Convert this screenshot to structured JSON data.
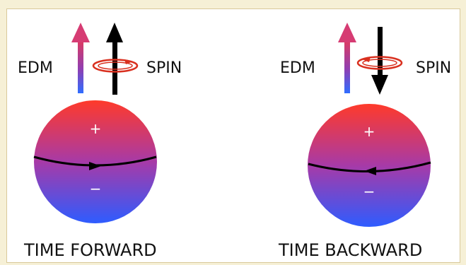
{
  "panels": {
    "left": {
      "edm_label": "EDM",
      "spin_label": "SPIN",
      "plus_sign": "+",
      "minus_sign": "−",
      "caption": "TIME FORWARD"
    },
    "right": {
      "edm_label": "EDM",
      "spin_label": "SPIN",
      "plus_sign": "+",
      "minus_sign": "−",
      "caption": "TIME BACKWARD"
    }
  },
  "colors": {
    "background": "#f6f0d6",
    "panel": "#ffffff",
    "sphere_top": "#ff3a2a",
    "sphere_mid": "#a93ba8",
    "sphere_bottom": "#2c5bff",
    "edm_arrow_top": "#d63c73",
    "edm_arrow_bottom": "#2f6dff",
    "spin_arrow": "#000000",
    "rotation_loop": "#d9301f"
  },
  "icons": {
    "edm_arrow": "up-arrow-icon",
    "spin_forward_arrow": "up-arrow-icon",
    "spin_backward_arrow": "down-arrow-icon",
    "rotation": "circular-rotation-icon"
  }
}
